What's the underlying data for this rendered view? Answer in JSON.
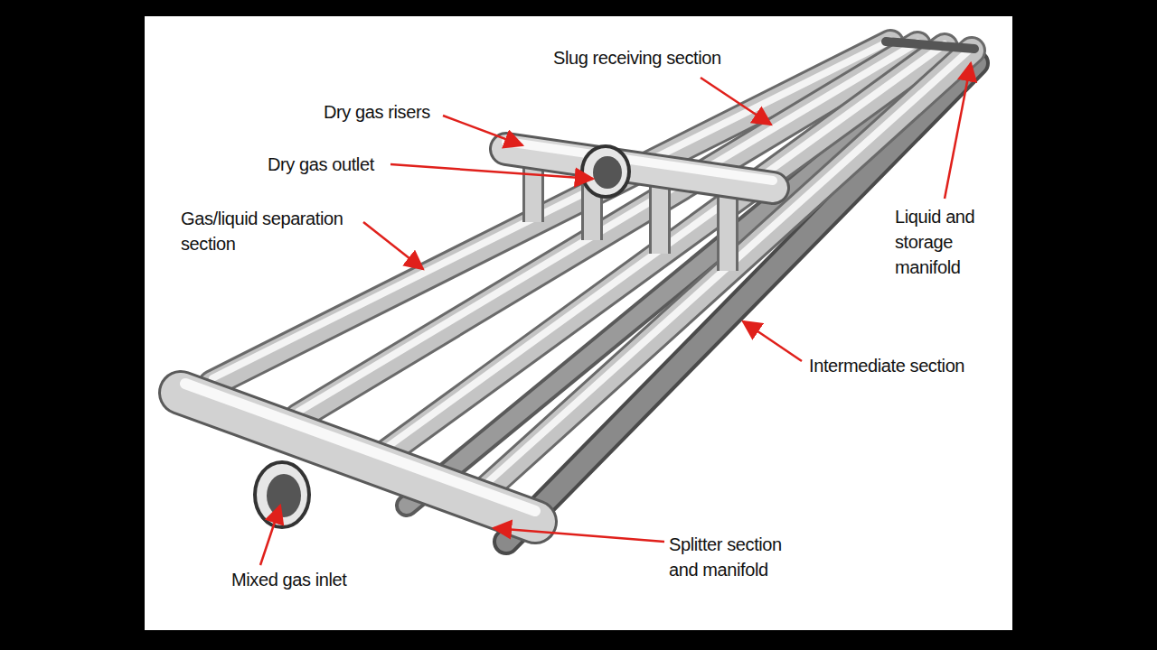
{
  "diagram": {
    "labels": [
      "Slug receiving section",
      "Dry gas risers",
      "Dry gas outlet",
      "Gas/liquid separation section",
      "Liquid and storage manifold",
      "Intermediate section",
      "Splitter section and manifold",
      "Mixed gas inlet"
    ]
  }
}
